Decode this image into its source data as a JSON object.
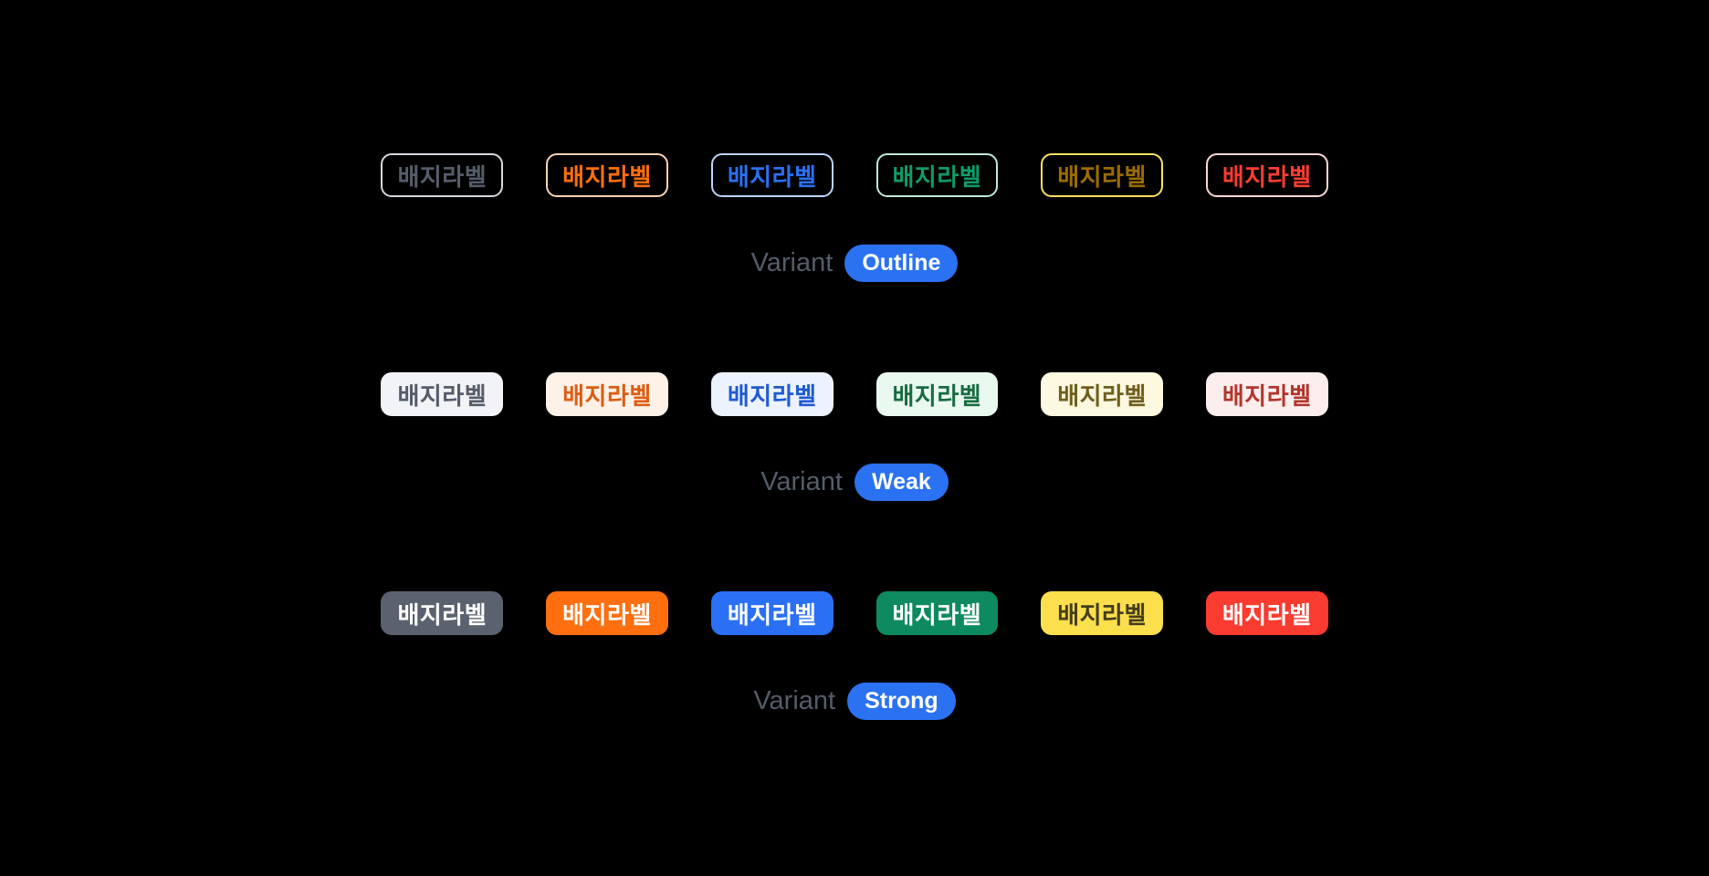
{
  "page": {
    "background": "#000000",
    "badge_label": "배지라벨",
    "variant_label": "Variant"
  },
  "variant_pill": {
    "background": "#2b72f3",
    "text_color": "#ffffff"
  },
  "sections": [
    {
      "name": "outline",
      "variant_value": "Outline",
      "badges": [
        {
          "tone": "neutral",
          "text_color": "#555d6b",
          "background": "transparent",
          "border_color": "#d6d9de"
        },
        {
          "tone": "orange",
          "text_color": "#ff6f0f",
          "background": "transparent",
          "border_color": "#ffd3b1"
        },
        {
          "tone": "blue",
          "text_color": "#2b70f4",
          "background": "transparent",
          "border_color": "#bdd4fe"
        },
        {
          "tone": "green",
          "text_color": "#0e9c67",
          "background": "transparent",
          "border_color": "#c1ead7"
        },
        {
          "tone": "yellow",
          "text_color": "#9b6c02",
          "background": "transparent",
          "border_color": "#ffe15f"
        },
        {
          "tone": "red",
          "text_color": "#fa3d31",
          "background": "transparent",
          "border_color": "#fed9d6"
        }
      ]
    },
    {
      "name": "weak",
      "variant_value": "Weak",
      "badges": [
        {
          "tone": "neutral",
          "text_color": "#555d6b",
          "background": "#f2f3f6",
          "border_color": "transparent"
        },
        {
          "tone": "orange",
          "text_color": "#dd5c12",
          "background": "#fef1e7",
          "border_color": "transparent"
        },
        {
          "tone": "blue",
          "text_color": "#1f5ad1",
          "background": "#ecf2fe",
          "border_color": "transparent"
        },
        {
          "tone": "green",
          "text_color": "#186c40",
          "background": "#e9f9f0",
          "border_color": "transparent"
        },
        {
          "tone": "yellow",
          "text_color": "#6f5f1d",
          "background": "#fdf8e0",
          "border_color": "transparent"
        },
        {
          "tone": "red",
          "text_color": "#b2362d",
          "background": "#fdeeee",
          "border_color": "transparent"
        }
      ]
    },
    {
      "name": "strong",
      "variant_value": "Strong",
      "badges": [
        {
          "tone": "neutral",
          "text_color": "#ffffff",
          "background": "#5b626f",
          "border_color": "transparent"
        },
        {
          "tone": "orange",
          "text_color": "#ffffff",
          "background": "#ff6f0f",
          "border_color": "transparent"
        },
        {
          "tone": "blue",
          "text_color": "#ffffff",
          "background": "#2b70f4",
          "border_color": "transparent"
        },
        {
          "tone": "green",
          "text_color": "#ffffff",
          "background": "#0e8a60",
          "border_color": "transparent"
        },
        {
          "tone": "yellow",
          "text_color": "#453e1c",
          "background": "#fbdf4d",
          "border_color": "transparent"
        },
        {
          "tone": "red",
          "text_color": "#ffffff",
          "background": "#f93b30",
          "border_color": "transparent"
        }
      ]
    }
  ]
}
